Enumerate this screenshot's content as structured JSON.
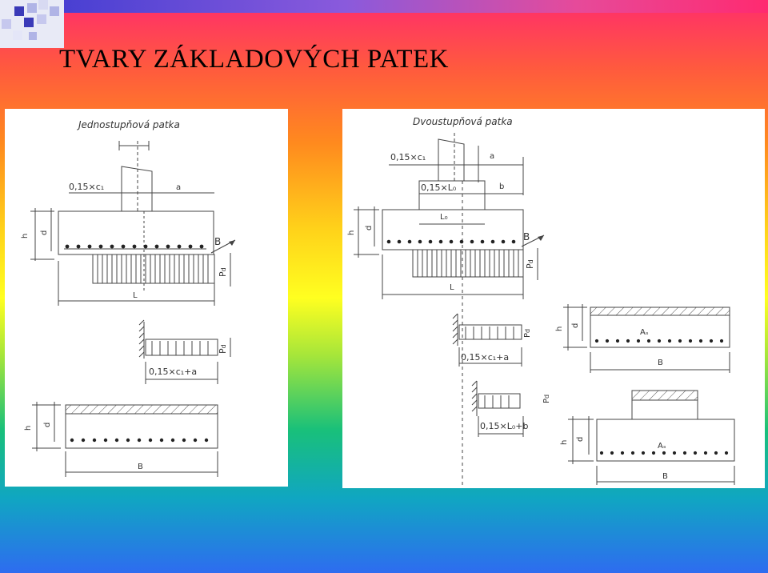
{
  "slide": {
    "title": "TVARY ZÁKLADOVÝCH PATEK"
  },
  "left_panel": {
    "heading": "Jednostupňová patka",
    "labels": {
      "c1": "0,15×c₁",
      "a": "a",
      "h": "h",
      "d": "d",
      "B": "B",
      "L": "L",
      "pd": "P",
      "pd_sub": "d",
      "moment_span": "0,15×c₁+a",
      "section_h": "h",
      "section_d": "d",
      "section_B": "B"
    }
  },
  "right_panel": {
    "heading": "Dvoustupňová patka",
    "labels": {
      "c1": "0,15×c₁",
      "a": "a",
      "L0_part": "0,15×L₀",
      "b": "b",
      "L0": "L₀",
      "h": "h",
      "d": "d",
      "B": "B",
      "L": "L",
      "pd": "P",
      "pd_sub": "d",
      "span_a": "0,15×c₁+a",
      "span_b": "0,15×L₀+b",
      "as": "Aₛ",
      "section_B": "B"
    }
  }
}
